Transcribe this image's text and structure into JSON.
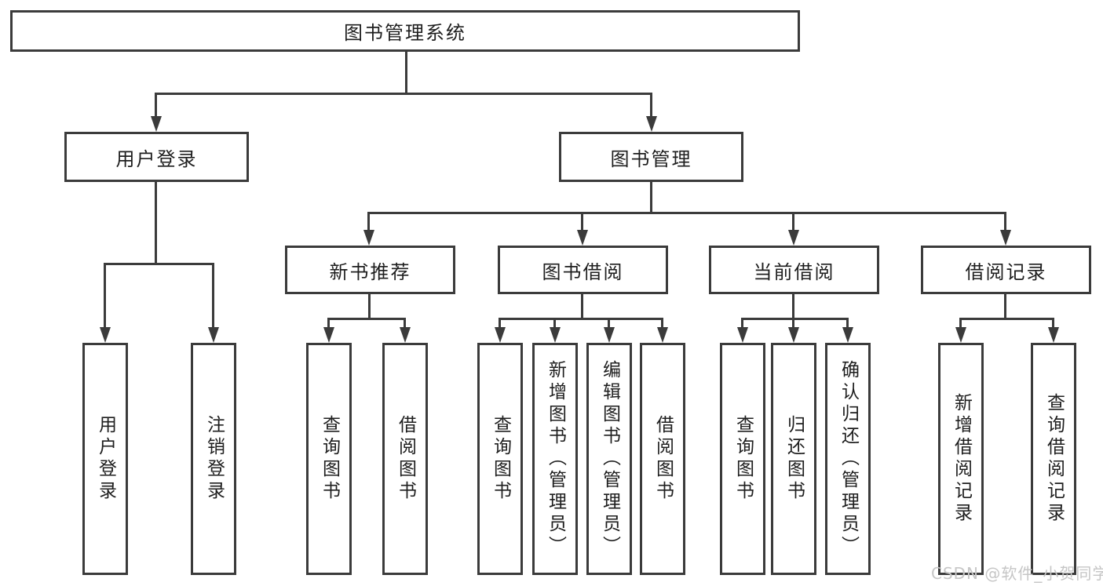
{
  "diagram": {
    "root": {
      "label": "图书管理系统"
    },
    "level2": [
      {
        "id": "user-login",
        "label": "用户登录"
      },
      {
        "id": "book-management",
        "label": "图书管理"
      }
    ],
    "level3": [
      {
        "id": "new-book-recommend",
        "label": "新书推荐",
        "parent": "图书管理"
      },
      {
        "id": "book-borrow",
        "label": "图书借阅",
        "parent": "图书管理"
      },
      {
        "id": "current-borrow",
        "label": "当前借阅",
        "parent": "图书管理"
      },
      {
        "id": "borrow-records",
        "label": "借阅记录",
        "parent": "图书管理"
      }
    ],
    "leaves": [
      {
        "parent": "用户登录",
        "label": "用户登录"
      },
      {
        "parent": "用户登录",
        "label": "注销登录"
      },
      {
        "parent": "新书推荐",
        "label": "查询图书"
      },
      {
        "parent": "新书推荐",
        "label": "借阅图书"
      },
      {
        "parent": "图书借阅",
        "label": "查询图书"
      },
      {
        "parent": "图书借阅",
        "label": "新增图书（管理员）"
      },
      {
        "parent": "图书借阅",
        "label": "编辑图书（管理员）"
      },
      {
        "parent": "图书借阅",
        "label": "借阅图书"
      },
      {
        "parent": "当前借阅",
        "label": "查询图书"
      },
      {
        "parent": "当前借阅",
        "label": "归还图书"
      },
      {
        "parent": "当前借阅",
        "label": "确认归还（管理员）"
      },
      {
        "parent": "借阅记录",
        "label": "新增借阅记录"
      },
      {
        "parent": "借阅记录",
        "label": "查询借阅记录"
      }
    ],
    "watermark": "CSDN @软件_小贺同学",
    "colors": {
      "line": "#3b3b3b",
      "text": "#1e1e1e",
      "background": "#ffffff",
      "watermark": "#c6c6c6"
    }
  }
}
